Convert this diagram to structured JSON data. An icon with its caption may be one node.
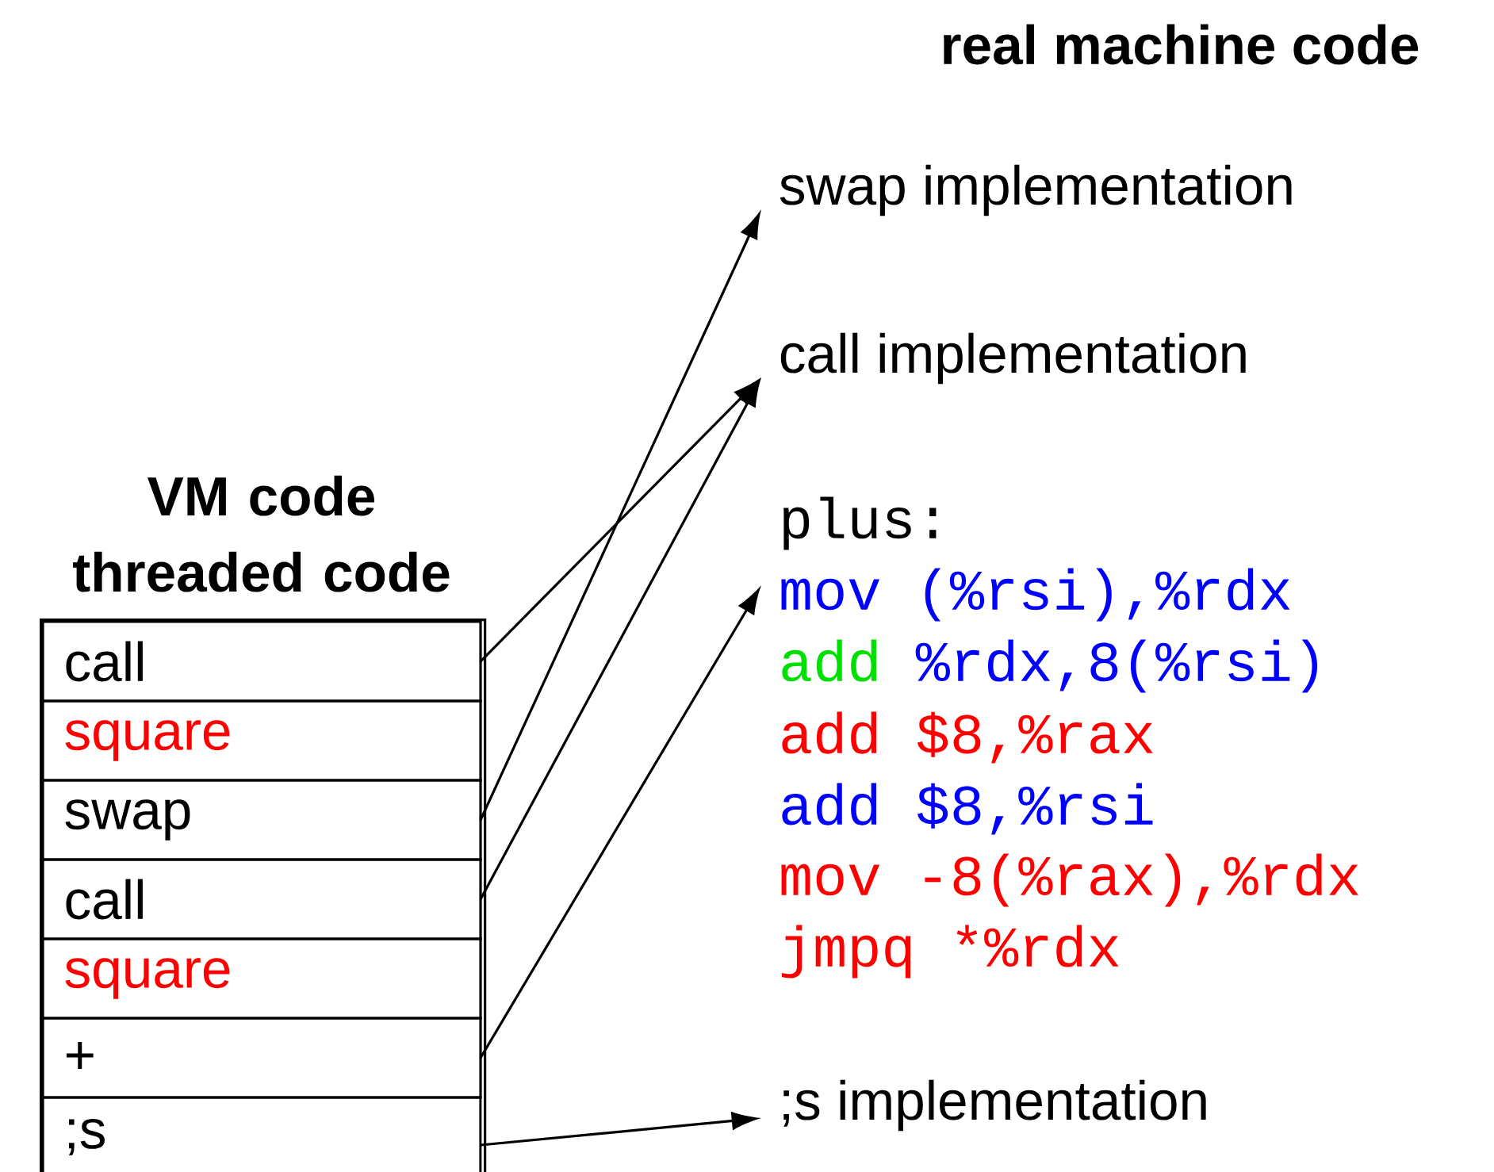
{
  "diagram": {
    "title": "real machine code",
    "nodes": [
      {
        "text": [
          "VM code threaded code"
        ]
      },
      {
        "text": [
          "call"
        ],
        "in": 0
      },
      {
        "text": [
          "square"
        ],
        "in": 0
      },
      {
        "text": [
          "swap"
        ],
        "in": 0
      },
      {
        "text": [
          "call"
        ],
        "in": 0
      },
      {
        "text": [
          "square"
        ],
        "in": 0
      },
      {
        "text": [
          "+"
        ],
        "in": 0
      },
      {
        "text": [
          ";s"
        ],
        "in": 0
      },
      {
        "text": [
          "swap implementation"
        ]
      },
      {
        "text": [
          "call implementation"
        ]
      },
      {
        "text": [
          "plus:"
        ]
      },
      {
        "text": [
          "mov (%rsi),%rdx"
        ]
      },
      {
        "text": [
          "add",
          "%rdx,8(%rsi)"
        ]
      },
      {
        "text": [
          "add $8,%rax"
        ]
      },
      {
        "text": [
          "add $8,%rsi"
        ]
      },
      {
        "text": [
          "mov -8(%rax),%rdx"
        ]
      },
      {
        "text": [
          "jmpq *%rdx"
        ]
      },
      {
        "text": [
          ";s implementation"
        ]
      }
    ],
    "edges": [
      {
        "from": 1,
        "to": 9,
        "arrow": "to"
      },
      {
        "from": 3,
        "to": 8,
        "arrow": "to"
      },
      {
        "from": 4,
        "to": 9,
        "arrow": "to"
      },
      {
        "from": 6,
        "to": 11,
        "arrow": "to"
      },
      {
        "from": 7,
        "to": 17,
        "arrow": "to"
      }
    ]
  }
}
